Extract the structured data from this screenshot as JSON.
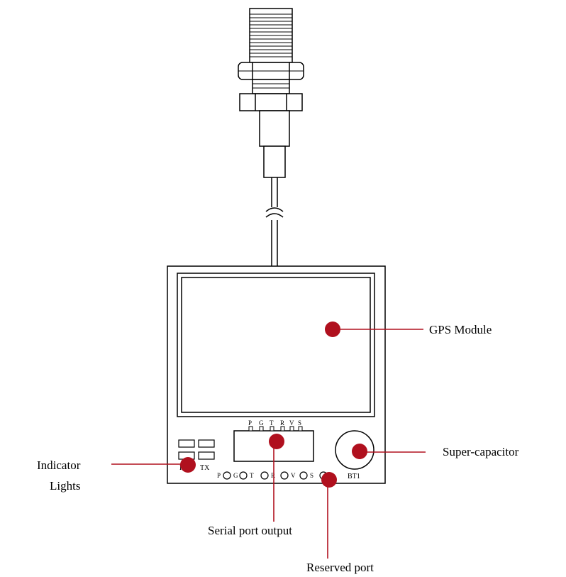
{
  "callouts": {
    "gps_module": "GPS Module",
    "super_capacitor": "Super-capacitor",
    "indicator_line1": "Indicator",
    "indicator_line2": "Lights",
    "serial_port": "Serial port output",
    "reserved_port": "Reserved port"
  },
  "board": {
    "header_pins": [
      "P",
      "G",
      "T",
      "R",
      "V",
      "S"
    ],
    "edge_pins": [
      "P",
      "G",
      "T",
      "R",
      "V",
      "S"
    ],
    "led_labels": [
      "PPS",
      "TX"
    ],
    "capacitor_label": "BT1"
  },
  "colors": {
    "marker": "#b0101e",
    "line": "#000000"
  }
}
